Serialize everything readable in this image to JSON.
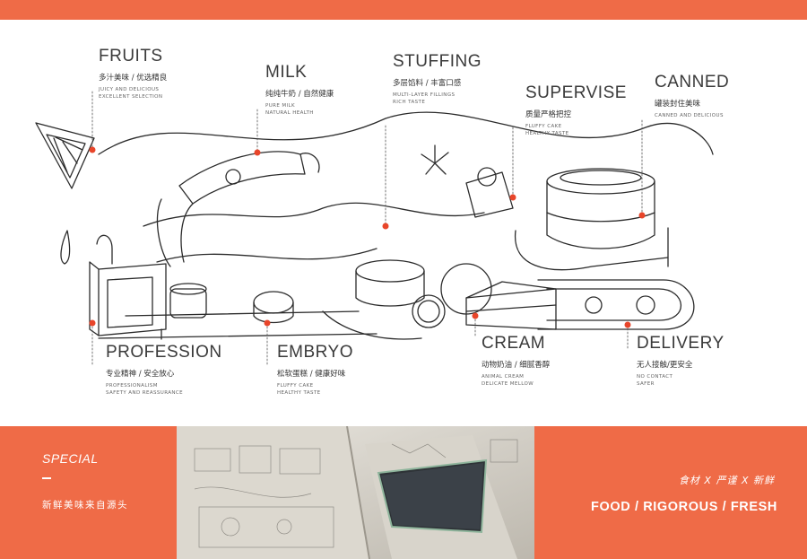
{
  "labels": {
    "fruits": {
      "en": "FRUITS",
      "cn": "多汁美味 / 优选精良",
      "sub1": "JUICY AND DELICIOUS",
      "sub2": "EXCELLENT SELECTION"
    },
    "milk": {
      "en": "MILK",
      "cn": "纯纯牛奶 / 自然健康",
      "sub1": "PURE MILK",
      "sub2": "NATURAL HEALTH"
    },
    "stuffing": {
      "en": "STUFFING",
      "cn": "多层馅料 / 丰富口感",
      "sub1": "MULTI-LAYER FILLINGS",
      "sub2": "RICH TASTE"
    },
    "supervise": {
      "en": "SUPERVISE",
      "cn": "质量严格把控",
      "sub1": "FLUFFY CAKE",
      "sub2": "HEALTHY TASTE"
    },
    "canned": {
      "en": "CANNED",
      "cn": "罐装封住美味",
      "sub1": "CANNED AND DELICIOUS",
      "sub2": ""
    },
    "profession": {
      "en": "PROFESSION",
      "cn": "专业精神 / 安全放心",
      "sub1": "PROFESSIONALISM",
      "sub2": "SAFETY AND REASSURANCE"
    },
    "embryo": {
      "en": "EMBRYO",
      "cn": "松软蛋糕 / 健康好味",
      "sub1": "FLUFFY CAKE",
      "sub2": "HEALTHY TASTE"
    },
    "cream": {
      "en": "CREAM",
      "cn": "动物奶油 / 细腻香醇",
      "sub1": "ANIMAL CREAM",
      "sub2": "DELICATE MELLOW"
    },
    "delivery": {
      "en": "DELIVERY",
      "cn": "无人接触/更安全",
      "sub1": "NO CONTACT",
      "sub2": "SAFER"
    }
  },
  "bottom": {
    "special": "SPECIAL",
    "special_cn": "新鲜美味来自源头",
    "tagline_cn": "食材 X 严谨 X 新鲜",
    "tagline_en": "FOOD / RIGOROUS / FRESH"
  },
  "colors": {
    "accent": "#ef6b47",
    "marker": "#e8452a",
    "line": "#2b2b2b",
    "text": "#3a3a3a"
  }
}
